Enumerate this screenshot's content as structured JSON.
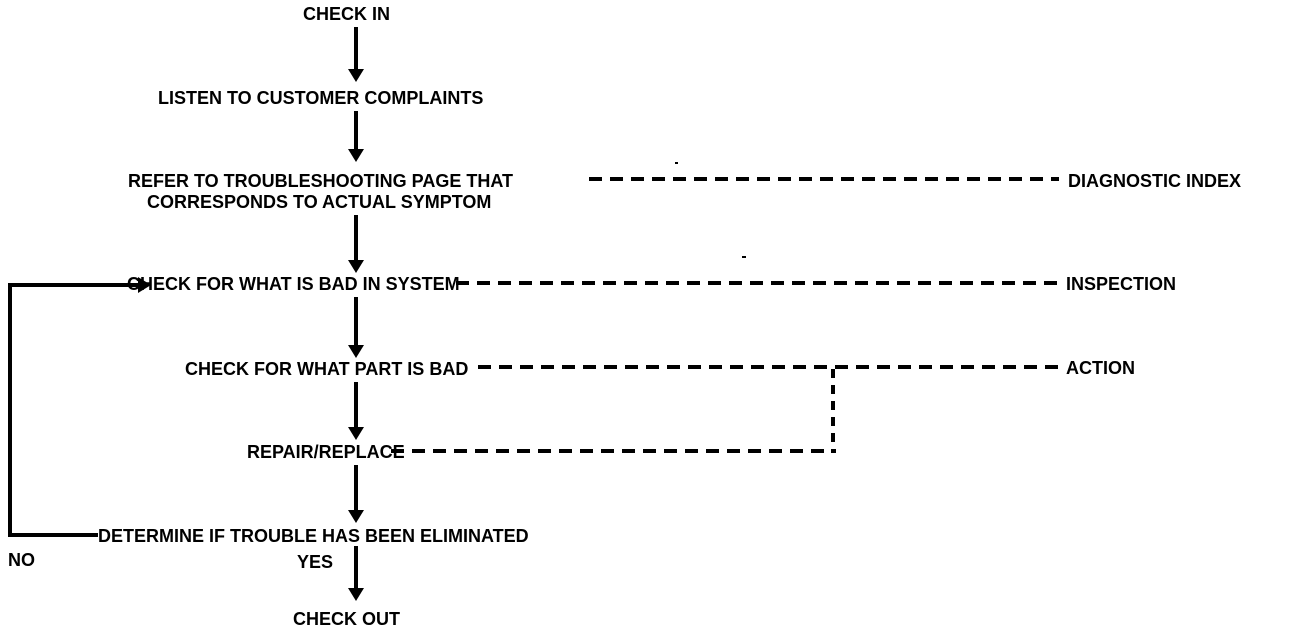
{
  "diagram": {
    "type": "flowchart",
    "nodes": [
      {
        "id": "check-in",
        "label": "CHECK IN"
      },
      {
        "id": "listen-complaints",
        "label": "LISTEN TO CUSTOMER COMPLAINTS"
      },
      {
        "id": "refer-troubleshooting",
        "label": "REFER TO TROUBLESHOOTING PAGE THAT CORRESPONDS TO ACTUAL SYMPTOM",
        "line1": "REFER TO TROUBLESHOOTING PAGE THAT",
        "line2": "CORRESPONDS TO ACTUAL SYMPTOM"
      },
      {
        "id": "check-system",
        "label": "CHECK FOR WHAT IS BAD IN SYSTEM"
      },
      {
        "id": "check-part",
        "label": "CHECK FOR WHAT PART IS BAD"
      },
      {
        "id": "repair-replace",
        "label": "REPAIR/REPLACE"
      },
      {
        "id": "determine-eliminated",
        "label": "DETERMINE IF TROUBLE HAS BEEN ELIMINATED"
      },
      {
        "id": "check-out",
        "label": "CHECK OUT"
      }
    ],
    "side_labels": [
      {
        "id": "diagnostic-index",
        "label": "DIAGNOSTIC INDEX",
        "connects_to": "refer-troubleshooting"
      },
      {
        "id": "inspection",
        "label": "INSPECTION",
        "connects_to": "check-system"
      },
      {
        "id": "action",
        "label": "ACTION",
        "connects_to": "check-part, repair-replace"
      }
    ],
    "branch_labels": {
      "no": "NO",
      "yes": "YES"
    },
    "loop": {
      "from": "determine-eliminated",
      "to": "check-system",
      "label": "NO"
    },
    "colors": {
      "foreground": "#000000",
      "background": "#ffffff"
    }
  }
}
